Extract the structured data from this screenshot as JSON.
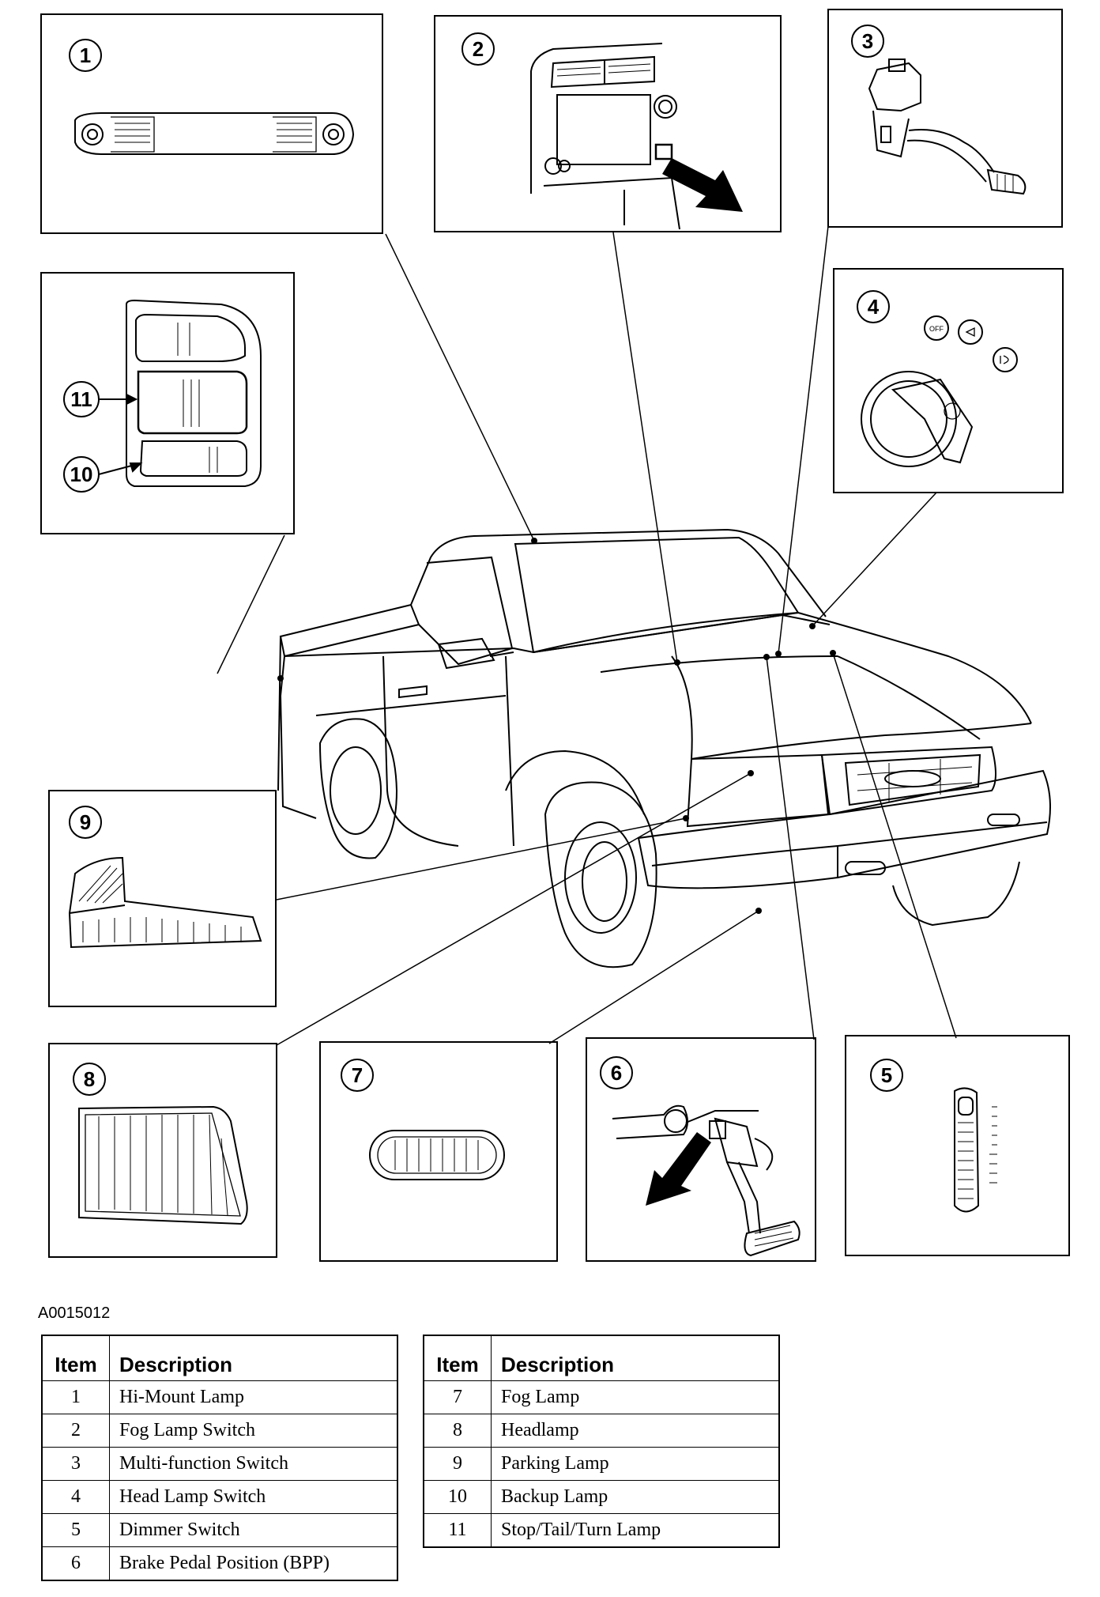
{
  "panels": [
    {
      "num": "1"
    },
    {
      "num": "2"
    },
    {
      "num": "3"
    },
    {
      "num": "4"
    },
    {
      "num": "5"
    },
    {
      "num": "6"
    },
    {
      "num": "7"
    },
    {
      "num": "8"
    },
    {
      "num": "9"
    },
    {
      "num": "10"
    },
    {
      "num": "11"
    }
  ],
  "switch_labels": {
    "off": "OFF"
  },
  "figure_id": "A0015012",
  "table_headers": {
    "item": "Item",
    "description": "Description"
  },
  "legend_left": [
    {
      "item": "1",
      "description": "Hi-Mount Lamp"
    },
    {
      "item": "2",
      "description": "Fog Lamp Switch"
    },
    {
      "item": "3",
      "description": "Multi-function Switch"
    },
    {
      "item": "4",
      "description": "Head Lamp Switch"
    },
    {
      "item": "5",
      "description": "Dimmer Switch"
    },
    {
      "item": "6",
      "description": "Brake Pedal Position (BPP)"
    }
  ],
  "legend_right": [
    {
      "item": "7",
      "description": "Fog Lamp"
    },
    {
      "item": "8",
      "description": "Headlamp"
    },
    {
      "item": "9",
      "description": "Parking Lamp"
    },
    {
      "item": "10",
      "description": "Backup Lamp"
    },
    {
      "item": "11",
      "description": "Stop/Tail/Turn Lamp"
    }
  ]
}
